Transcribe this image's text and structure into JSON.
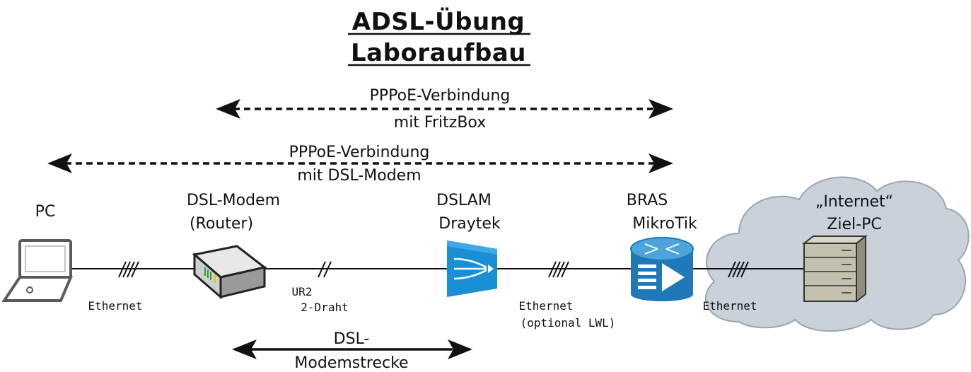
{
  "title": {
    "line1": "ADSL-Übung",
    "line2": "Laboraufbau"
  },
  "connections": {
    "fritzbox": {
      "line1": "PPPoE-Verbindung",
      "line2": "mit FritzBox"
    },
    "modem": {
      "line1": "PPPoE-Verbindung",
      "line2": "mit DSL-Modem"
    },
    "dsl": {
      "line1": "DSL-",
      "line2": "Modemstrecke"
    }
  },
  "devices": {
    "pc": {
      "label": "PC"
    },
    "modem": {
      "line1": "DSL-Modem",
      "line2": "(Router)"
    },
    "dslam": {
      "line1": "DSLAM",
      "line2": "Draytek"
    },
    "bras": {
      "line1": "BRAS",
      "line2": "MikroTik"
    },
    "internet": {
      "line1": "„Internet“",
      "line2": "Ziel-PC"
    }
  },
  "links": {
    "pc_modem": "Ethernet",
    "modem_dslam": {
      "line1": "UR2",
      "line2": "2-Draht"
    },
    "dslam_bras": {
      "line1": "Ethernet",
      "line2": "(optional LWL)"
    },
    "bras_internet": "Ethernet"
  },
  "colors": {
    "line": "#111111",
    "dslam_blue": "#1a8fd6",
    "bras_blue": "#1f78b8",
    "cloud": "#c9d2da",
    "laptop": "#5a5a5a"
  }
}
